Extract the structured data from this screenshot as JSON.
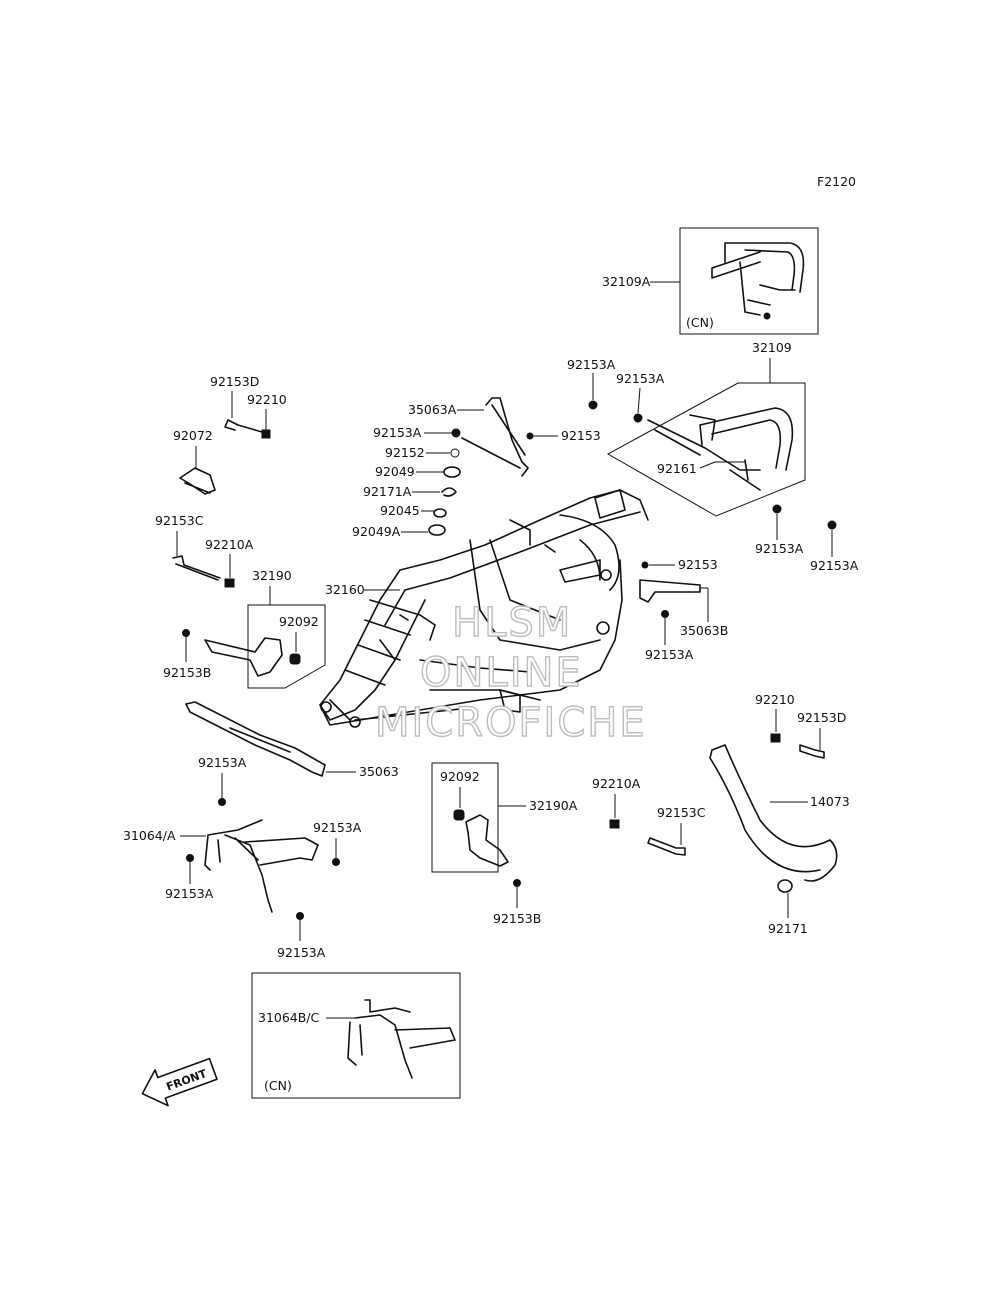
{
  "figure_code": "F2120",
  "watermark": [
    "HLSM",
    "ONLINE",
    "MICROFICHE"
  ],
  "front_arrow": "FRONT",
  "inset_variant": "(CN)",
  "labels": {
    "32109A": "32109A",
    "32109": "32109",
    "92153A": "92153A",
    "92153": "92153",
    "92153B": "92153B",
    "92153C": "92153C",
    "92153D": "92153D",
    "92210": "92210",
    "92210A": "92210A",
    "92072": "92072",
    "35063A": "35063A",
    "35063B": "35063B",
    "35063": "35063",
    "92152": "92152",
    "92049": "92049",
    "92049A": "92049A",
    "92171A": "92171A",
    "92171": "92171",
    "92045": "92045",
    "92161": "92161",
    "32160": "32160",
    "32190": "32190",
    "32190A": "32190A",
    "92092": "92092",
    "14073": "14073",
    "31064/A": "31064/A",
    "31064B/C": "31064B/C"
  }
}
